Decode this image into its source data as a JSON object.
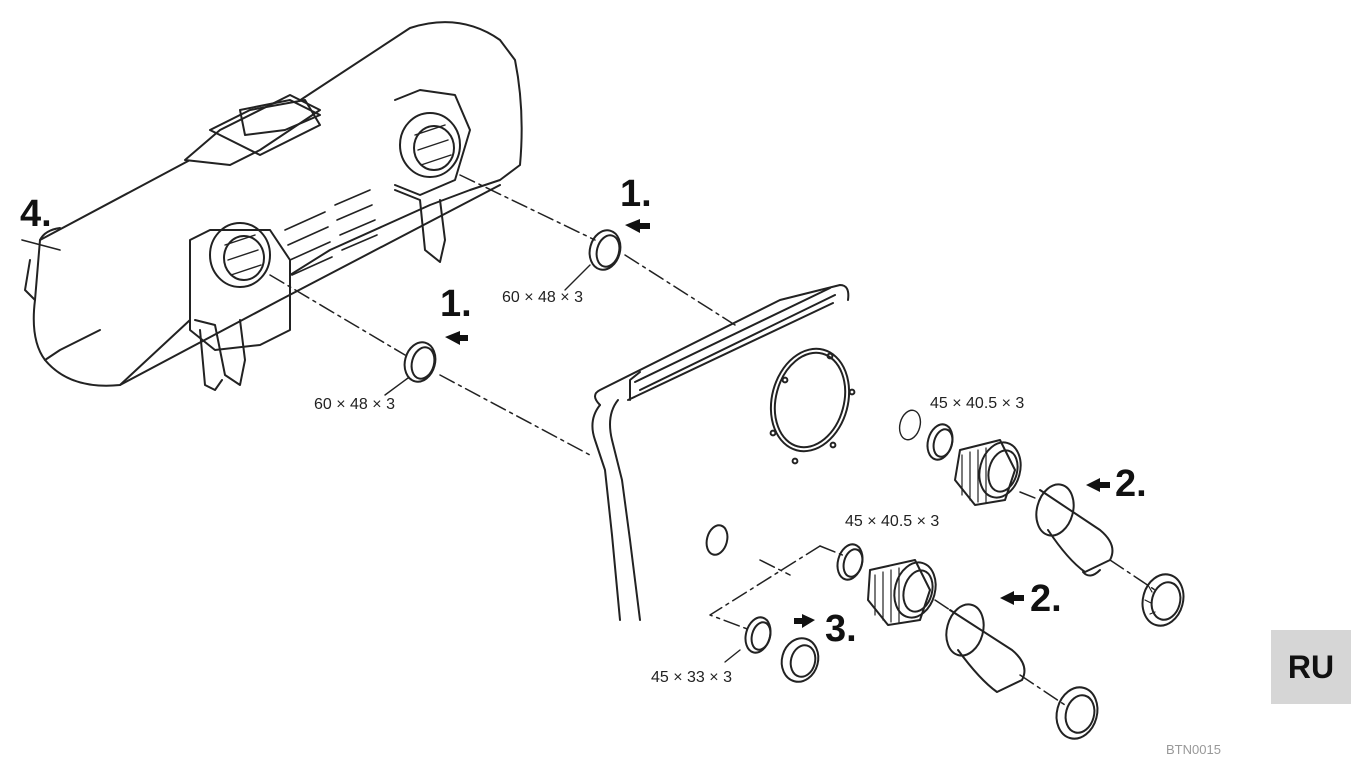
{
  "steps": {
    "step_1_top": "1.",
    "step_1_bottom": "1.",
    "step_2_upper": "2.",
    "step_2_lower": "2.",
    "step_3": "3.",
    "step_4": "4."
  },
  "dimensions": {
    "oring_top": "60 × 48 × 3",
    "oring_bottom": "60 × 48 × 3",
    "seal_upper": "45 × 40.5 × 3",
    "seal_middle": "45 × 40.5 × 3",
    "seal_small": "45 × 33 × 3"
  },
  "language_tab": "RU",
  "drawing_code": "BTN0015"
}
